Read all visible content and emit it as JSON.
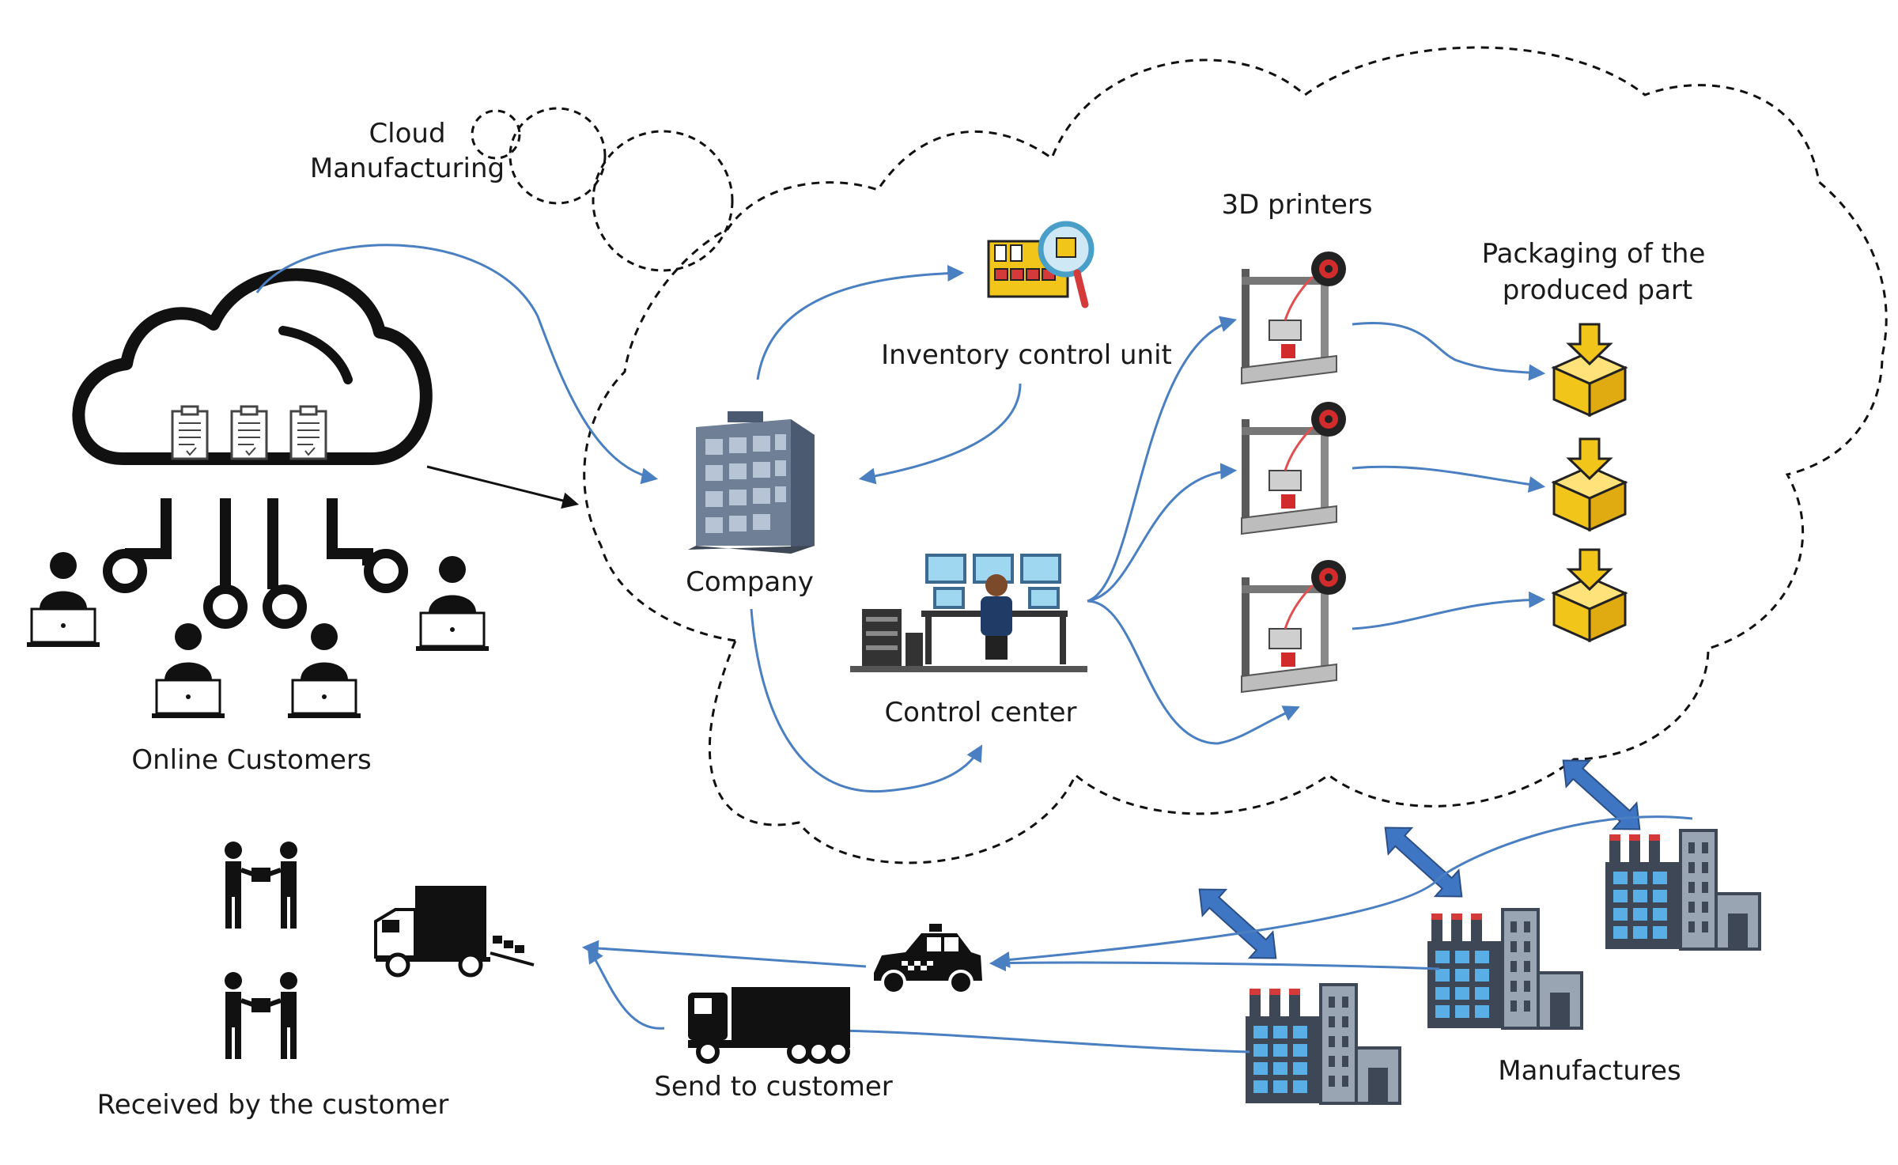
{
  "title": {
    "line1": "Cloud",
    "line2": "Manufacturing"
  },
  "labels": {
    "online_customers": "Online Customers",
    "company": "Company",
    "inventory": "Inventory control unit",
    "control_center": "Control center",
    "printers": "3D printers",
    "packaging_line1": "Packaging of the",
    "packaging_line2": "produced part",
    "manufactures": "Manufactures",
    "send": "Send to customer",
    "received": "Received by the customer"
  },
  "colors": {
    "flow_arrow": "#4a7fc1",
    "exchange_arrow": "#3f76c4",
    "cloud_border": "#111111",
    "factory_window": "#5aaee6",
    "factory_body": "#3d4756",
    "box": "#f2c51a"
  },
  "icons": {
    "cloud": "cloud-network-icon",
    "customer": "customer-laptop-icon",
    "company": "office-building-icon",
    "inventory": "warehouse-inventory-icon",
    "control": "control-room-icon",
    "printer": "3d-printer-icon",
    "package": "package-box-icon",
    "factory": "factory-icon",
    "taxi": "car-icon",
    "truck": "truck-icon",
    "handover": "handover-icon"
  }
}
